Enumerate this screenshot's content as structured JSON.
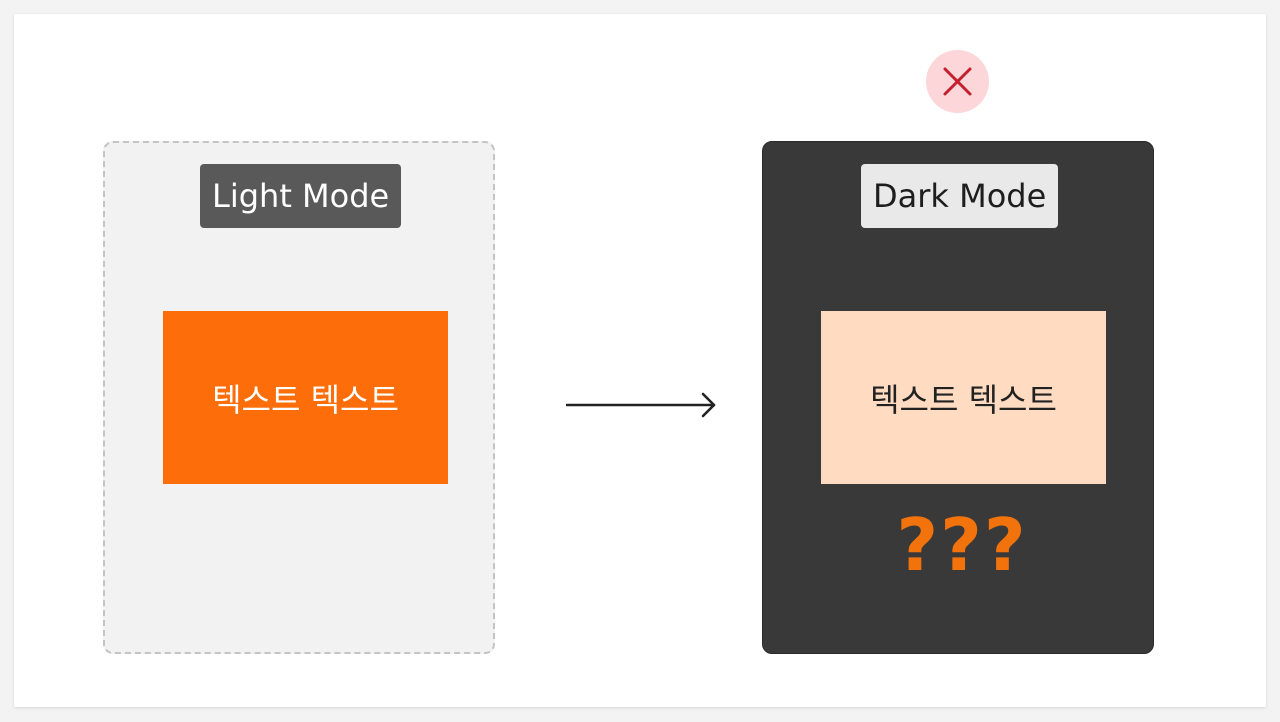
{
  "light_panel": {
    "mode_label": "Light Mode",
    "sample_text": "텍스트 텍스트",
    "box_color": "#fd6e0b",
    "box_text_color": "#ffffff"
  },
  "dark_panel": {
    "mode_label": "Dark Mode",
    "sample_text": "텍스트 텍스트",
    "box_color": "#fedbc1",
    "box_text_color": "#222222",
    "question_marks": "???",
    "question_color": "#f2720c"
  },
  "transition": {
    "icon": "arrow-right-icon"
  },
  "status": {
    "icon": "close-x-icon",
    "badge_color": "#fdd6d9",
    "icon_color": "#c41f2c"
  }
}
